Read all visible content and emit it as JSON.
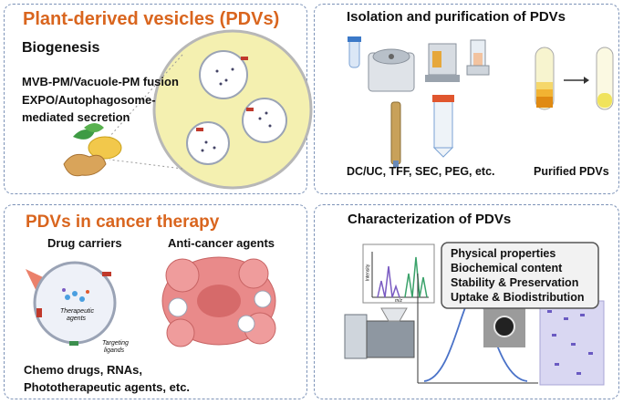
{
  "panels": {
    "pdv": {
      "title": "Plant-derived vesicles (PDVs)",
      "subtitle": "Biogenesis",
      "lines": [
        "MVB-PM/Vacuole-PM fusion",
        "EXPO/Autophagosome-",
        "mediated secretion"
      ]
    },
    "isolation": {
      "title": "Isolation and purification of PDVs",
      "methods": "DC/UC, TFF, SEC, PEG, etc.",
      "result": "Purified PDVs"
    },
    "therapy": {
      "title": "PDVs in cancer therapy",
      "carriers": "Drug carriers",
      "agents": "Anti-cancer agents",
      "therapeutic_1": "Therapeutic",
      "therapeutic_2": "agents",
      "targeting_1": "Targeting",
      "targeting_2": "ligands",
      "bottom_1": "Chemo drugs, RNAs,",
      "bottom_2": "Phototherapeutic agents, etc."
    },
    "characterization": {
      "title": "Characterization of PDVs",
      "properties": [
        "Physical properties",
        "Biochemical content",
        "Stability & Preservation",
        "Uptake & Biodistribution"
      ],
      "ms_y": "Intensity",
      "ms_x": "m/z"
    }
  },
  "colors": {
    "accent": "#d9651e",
    "panel_border": "#7d93b8",
    "cell_fill": "#f4f0b0",
    "tumor": "#e98a8a"
  }
}
